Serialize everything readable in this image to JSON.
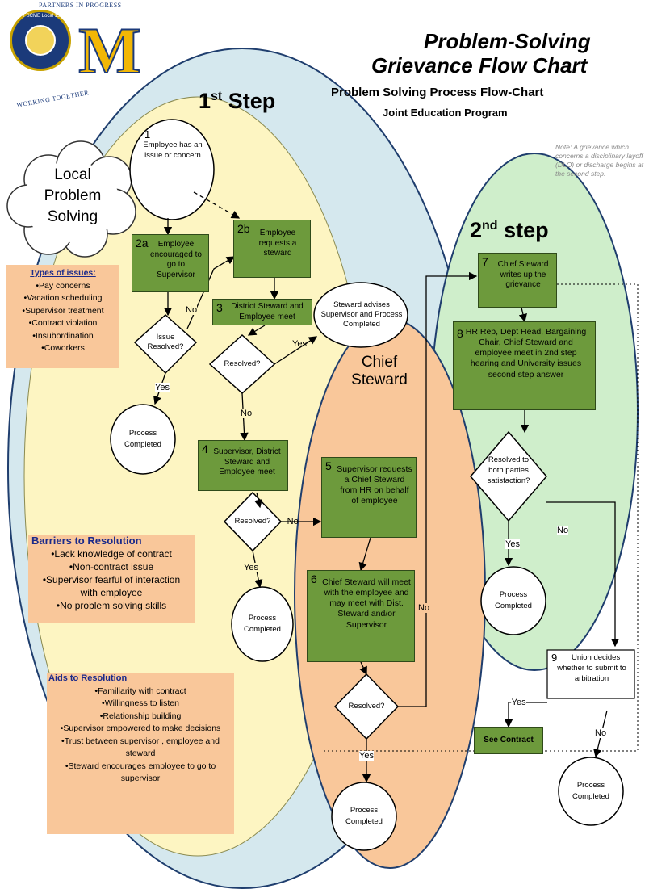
{
  "header": {
    "title_line1": "Problem-Solving",
    "title_line2": "Grievance Flow Chart",
    "subtitle": "Problem Solving Process Flow-Chart",
    "program": "Joint Education Program"
  },
  "logos": {
    "seal_top": "PARTNERS IN PROGRESS",
    "seal_bottom": "WORKING TOGETHER",
    "seal_center": "AFSCME Local 1583",
    "m_letter": "M",
    "colors": {
      "maize": "#f2b705",
      "blue": "#1b3a7a"
    }
  },
  "sections": {
    "first_step": "1",
    "first_step_sup": "st",
    "first_step_word": "Step",
    "second_step": "2",
    "second_step_sup": "nd",
    "second_step_word": "step",
    "chief_steward_line1": "Chief",
    "chief_steward_line2": "Steward",
    "local_line1": "Local",
    "local_line2": "Problem",
    "local_line3": "Solving"
  },
  "note": "Note: A grievance which concerns a disciplinary layoff (DLO) or discharge begins at the second step.",
  "nodes": {
    "n1_num": "1",
    "n1_text": "Employee has an issue or concern",
    "n2a_num": "2a",
    "n2a_text": "Employee encouraged to go to Supervisor",
    "n2b_num": "2b",
    "n2b_text": "Employee requests a steward",
    "n3_num": "3",
    "n3_text": "District Steward and Employee meet",
    "steward_advises": "Steward advises Supervisor and Process Completed",
    "n4_num": "4",
    "n4_text": "Supervisor, District Steward and Employee meet",
    "n5_num": "5",
    "n5_text": "Supervisor requests a Chief Steward from HR on behalf of employee",
    "n6_num": "6",
    "n6_text": "Chief Steward will meet with the employee and may meet with Dist. Steward and/or Supervisor",
    "n7_num": "7",
    "n7_text": "Chief Steward writes up the grievance",
    "n8_num": "8",
    "n8_text": "HR Rep, Dept Head, Bargaining Chair, Chief Steward and employee meet in 2nd step hearing and University issues second step answer",
    "n9_num": "9",
    "n9_text": "Union decides whether to submit to arbitration",
    "see_contract": "See Contract",
    "process_completed": "Process Completed",
    "issue_resolved": "Issue Resolved?",
    "resolved": "Resolved?",
    "resolved_both": "Resolved to both parties satisfaction?"
  },
  "labels": {
    "yes": "Yes",
    "no": "No",
    "dash_no": "-No",
    "dash_yes": "-Yes"
  },
  "types_of_issues": {
    "heading": "Types of  issues:",
    "items": [
      "•Pay concerns",
      "•Vacation scheduling",
      "•Supervisor treatment",
      "•Contract violation",
      "•Insubordination",
      "•Coworkers"
    ]
  },
  "barriers": {
    "heading": "Barriers to Resolution",
    "items": [
      "•Lack knowledge of contract",
      "•Non-contract issue",
      "•Supervisor fearful of interaction with employee",
      "•No problem solving skills"
    ]
  },
  "aids": {
    "heading": "Aids to Resolution",
    "items": [
      "•Familiarity with contract",
      "•Willingness to listen",
      "•Relationship building",
      "•Supervisor empowered to make decisions",
      "•Trust between supervisor , employee and steward",
      "•Steward encourages employee to go to supervisor"
    ]
  }
}
